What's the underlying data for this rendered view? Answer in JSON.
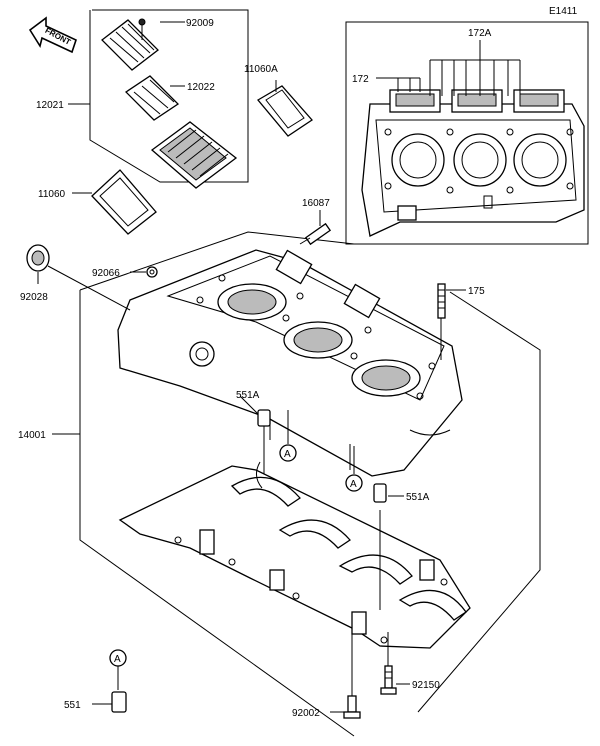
{
  "diagram_code": "E1411",
  "direction_label": "FRONT",
  "callout_mark": "A",
  "labels": {
    "p92009": "92009",
    "p12022": "12022",
    "p12021": "12021",
    "p11060A": "11060A",
    "p11060": "11060",
    "p172A": "172A",
    "p172": "172",
    "p16087": "16087",
    "p92066": "92066",
    "p92028": "92028",
    "p175": "175",
    "p14001": "14001",
    "p551A_upper": "551A",
    "p551A_lower": "551A",
    "p551": "551",
    "p92150": "92150",
    "p92002": "92002"
  }
}
